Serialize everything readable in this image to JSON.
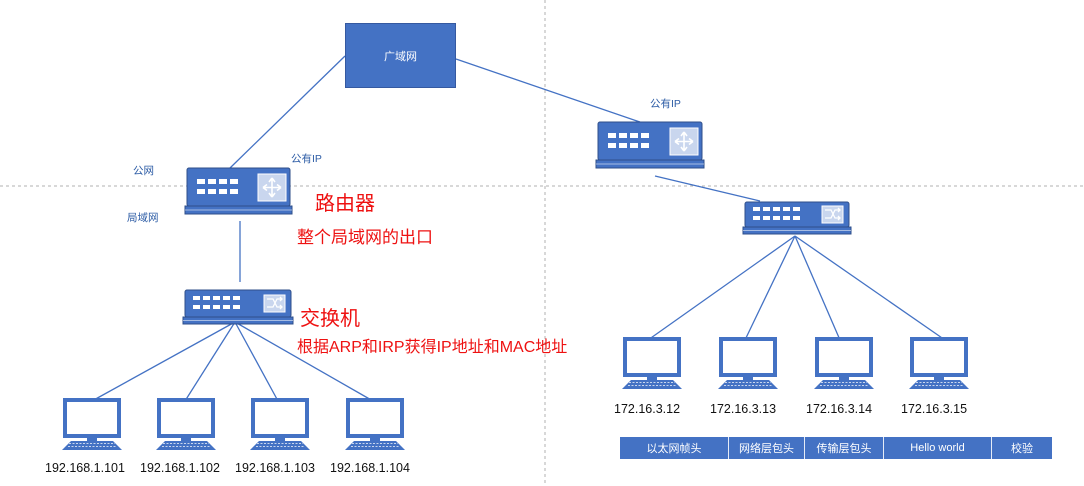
{
  "wan": {
    "label": "广域网"
  },
  "left": {
    "router": {
      "public_net_label": "公网",
      "public_ip_label": "公有IP",
      "lan_label": "局域网",
      "title": "路由器",
      "desc": "整个局域网的出口"
    },
    "switch": {
      "title": "交换机",
      "desc": "根据ARP和IRP获得IP地址和MAC地址"
    },
    "hosts": [
      "192.168.1.101",
      "192.168.1.102",
      "192.168.1.103",
      "192.168.1.104"
    ]
  },
  "right": {
    "router": {
      "public_ip_label": "公有IP"
    },
    "hosts": [
      "172.16.3.12",
      "172.16.3.13",
      "172.16.3.14",
      "172.16.3.15"
    ],
    "frame": [
      "以太网帧头",
      "网络层包头",
      "传输层包头",
      "Hello world",
      "校验"
    ]
  },
  "colors": {
    "device": "#4472c4",
    "line": "#4472c4",
    "annotation": "#ee1111",
    "divider": "#b0b0b0"
  },
  "icons": {
    "router": "router-icon",
    "switch": "switch-icon",
    "computer": "computer-icon"
  }
}
